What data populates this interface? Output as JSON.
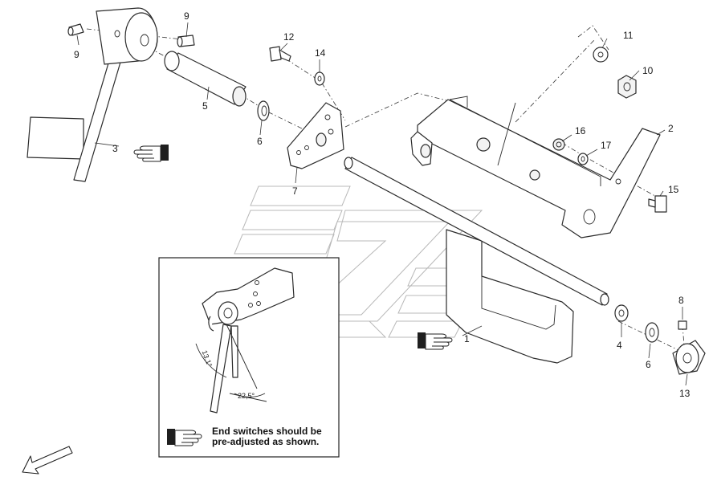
{
  "callouts": {
    "c9a": "9",
    "c9b": "9",
    "c12": "12",
    "c14": "14",
    "c11": "11",
    "c10": "10",
    "c5": "5",
    "c6a": "6",
    "c3": "3",
    "c7": "7",
    "c16": "16",
    "c17": "17",
    "c2": "2",
    "c15": "15",
    "c1": "1",
    "c4": "4",
    "c6b": "6",
    "c8": "8",
    "c13": "13"
  },
  "detail": {
    "angle_1": "13,1°",
    "angle_2": "22,5°",
    "note_line1": "End switches should be",
    "note_line2": "pre-adjusted as shown."
  },
  "icons": [
    "pointing-hand-icon",
    "direction-arrow-icon"
  ]
}
